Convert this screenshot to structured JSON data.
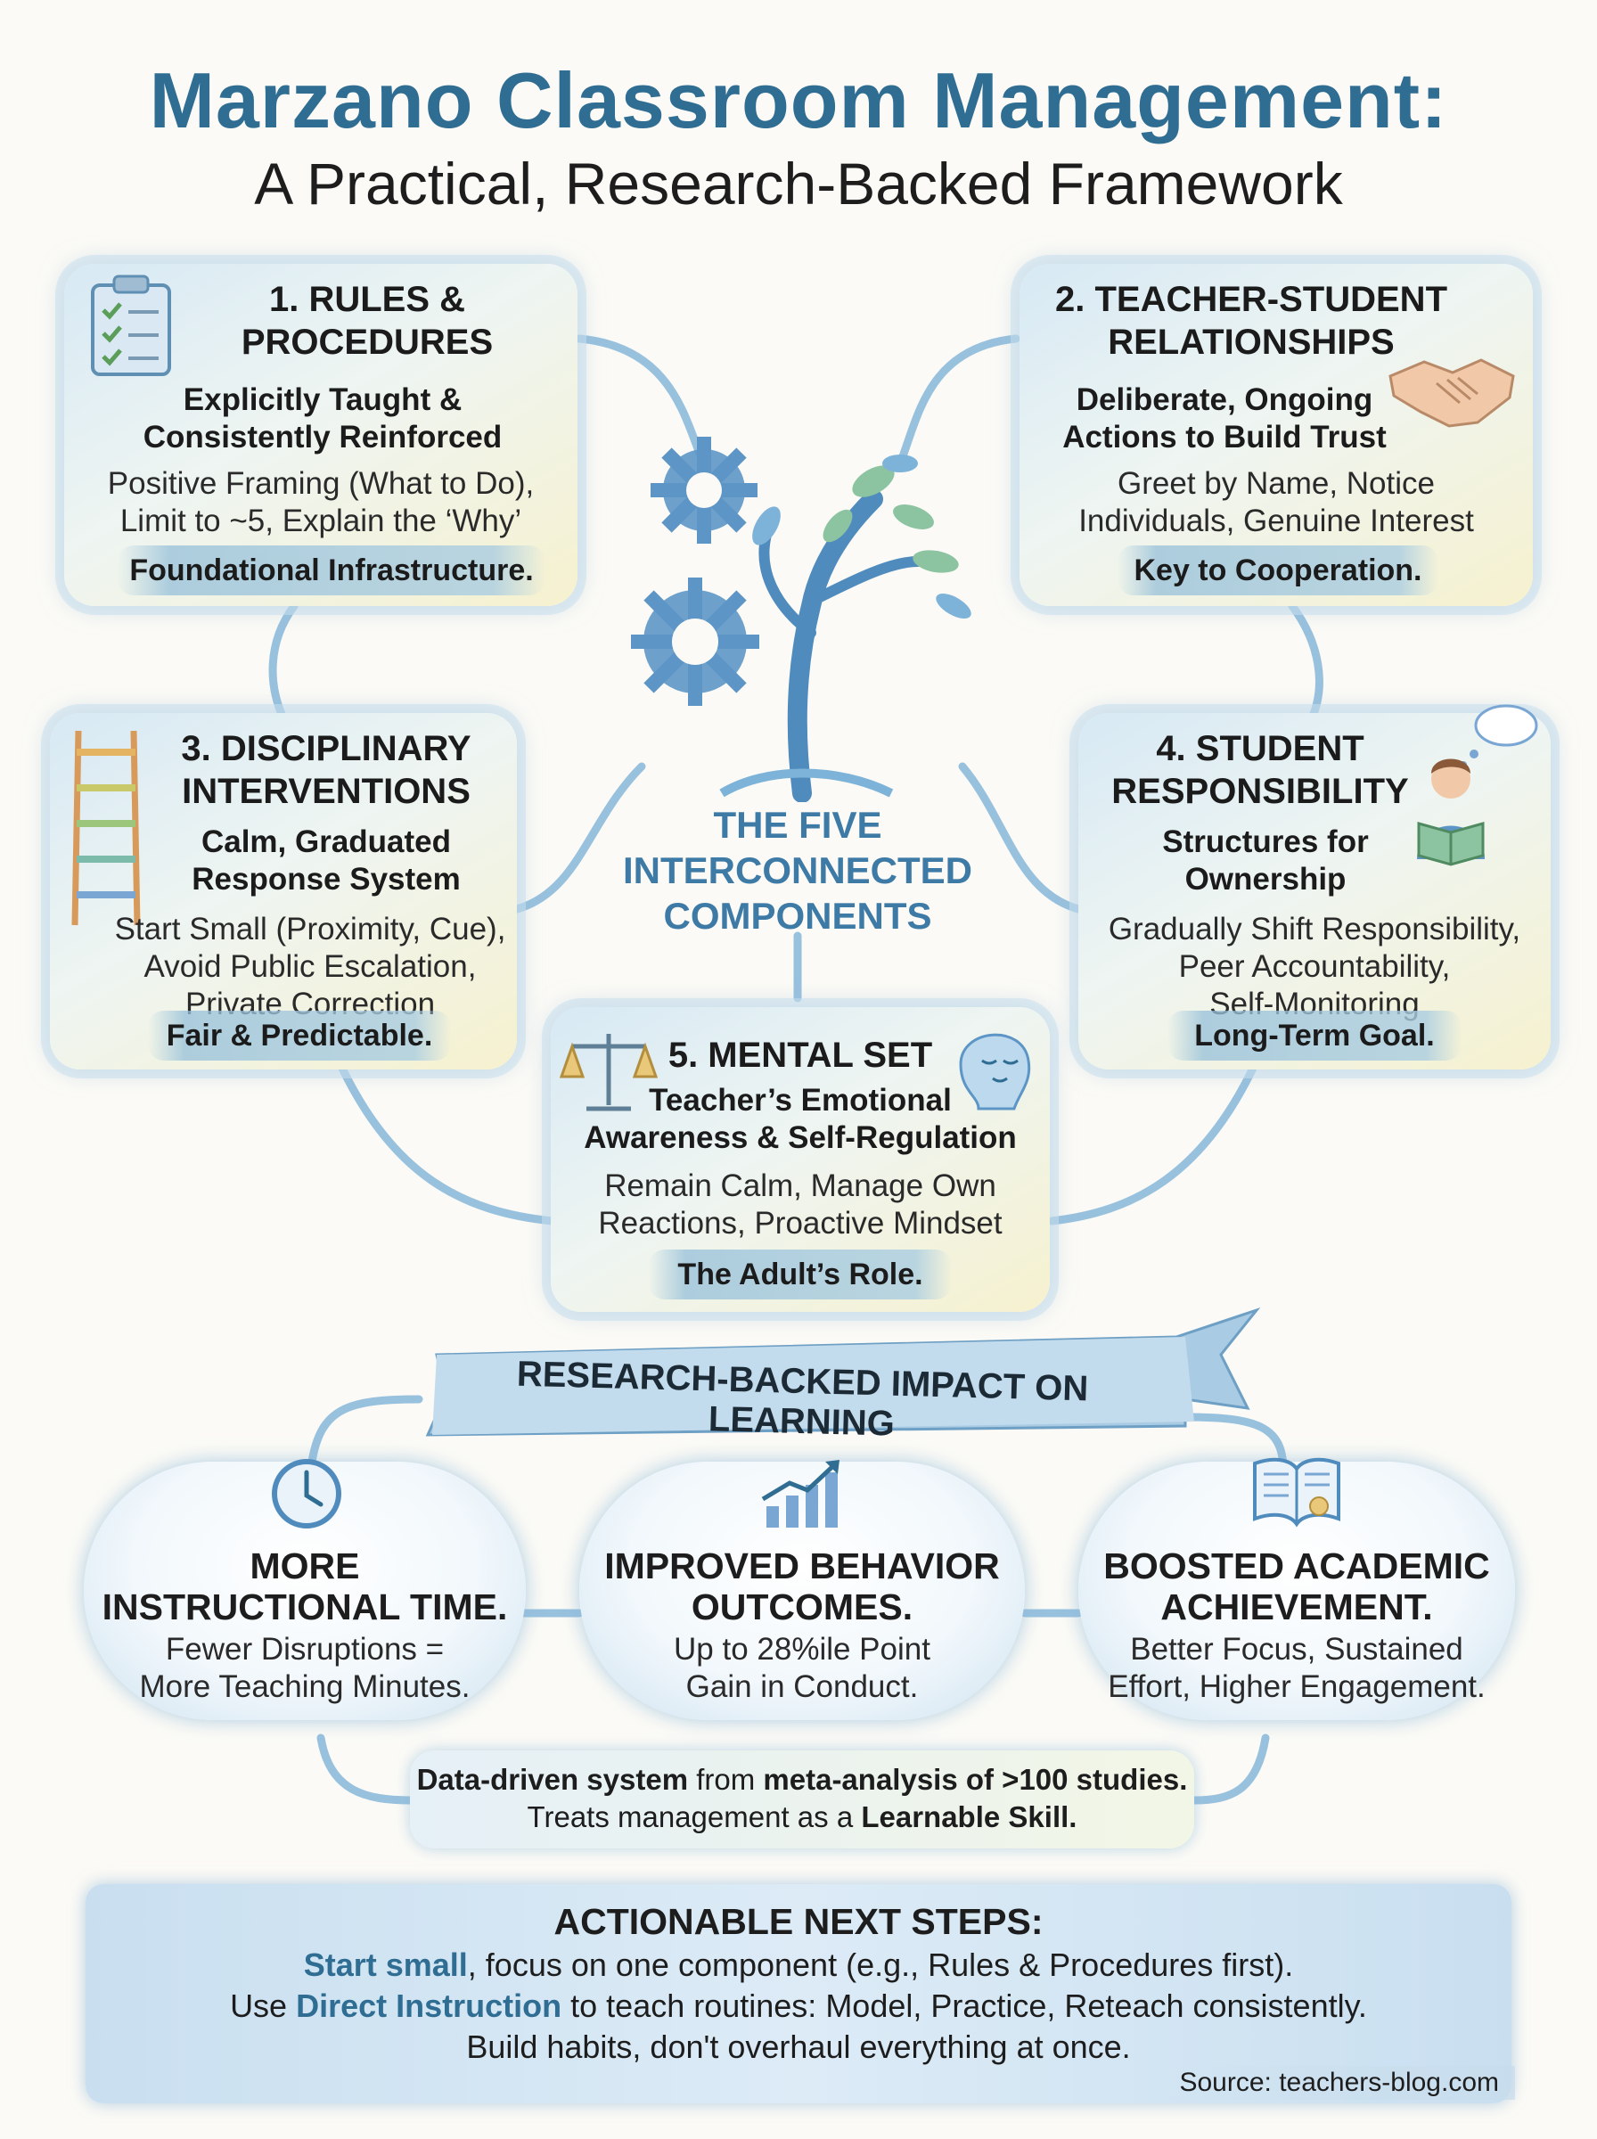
{
  "title": {
    "line1": "Marzano Classroom Management:",
    "line2": "A Practical, Research-Backed Framework"
  },
  "center_label": [
    "THE FIVE",
    "INTERCONNECTED",
    "COMPONENTS"
  ],
  "components": [
    {
      "heading": [
        "1. RULES &",
        "PROCEDURES"
      ],
      "subtitle": [
        "Explicitly Taught &",
        "Consistently Reinforced"
      ],
      "body": [
        "Positive Framing (What to Do),",
        "Limit to ~5, Explain the ‘Why’"
      ],
      "tag": "Foundational Infrastructure.",
      "icon": "clipboard-checklist-icon"
    },
    {
      "heading": [
        "2. TEACHER-STUDENT",
        "RELATIONSHIPS"
      ],
      "subtitle": [
        "Deliberate, Ongoing",
        "Actions to Build Trust"
      ],
      "body": [
        "Greet by Name, Notice",
        "Individuals, Genuine Interest"
      ],
      "tag": "Key to Cooperation.",
      "icon": "handshake-icon"
    },
    {
      "heading": [
        "3. DISCIPLINARY",
        "INTERVENTIONS"
      ],
      "subtitle": [
        "Calm, Graduated",
        "Response System"
      ],
      "body": [
        "Start Small (Proximity, Cue),",
        "Avoid Public Escalation,",
        "Private Correction"
      ],
      "tag": "Fair & Predictable.",
      "icon": "ladder-icon"
    },
    {
      "heading": [
        "4. STUDENT",
        "RESPONSIBILITY"
      ],
      "subtitle": [
        "Structures for",
        "Ownership"
      ],
      "body": [
        "Gradually Shift Responsibility,",
        "Peer Accountability,",
        "Self-Monitoring"
      ],
      "tag": "Long-Term Goal.",
      "icon": "student-reading-icon"
    },
    {
      "heading": [
        "5. MENTAL SET"
      ],
      "subtitle": [
        "Teacher’s Emotional",
        "Awareness & Self-Regulation"
      ],
      "body": [
        "Remain Calm, Manage Own",
        "Reactions, Proactive Mindset"
      ],
      "tag": "The Adult’s Role.",
      "icon": "scales-and-calm-head-icon"
    }
  ],
  "impact": {
    "banner": "RESEARCH-BACKED IMPACT ON LEARNING",
    "items": [
      {
        "heading": [
          "MORE",
          "INSTRUCTIONAL TIME."
        ],
        "body": [
          "Fewer Disruptions =",
          "More Teaching Minutes."
        ],
        "icon": "clock-icon"
      },
      {
        "heading": [
          "IMPROVED BEHAVIOR",
          "OUTCOMES."
        ],
        "body": [
          "Up to 28%ile Point",
          "Gain in Conduct."
        ],
        "icon": "growth-chart-icon"
      },
      {
        "heading": [
          "BOOSTED ACADEMIC",
          "ACHIEVEMENT."
        ],
        "body": [
          "Better Focus, Sustained",
          "Effort, Higher Engagement."
        ],
        "icon": "open-book-icon"
      }
    ],
    "data_note": {
      "l1a": "Data-driven system",
      "l1b": " from ",
      "l1c": "meta-analysis of >100 studies.",
      "l2a": "Treats management as a ",
      "l2b": "Learnable Skill."
    }
  },
  "next_steps": {
    "heading": "ACTIONABLE NEXT STEPS:",
    "l1a": "Start small",
    "l1b": ", focus on one component (e.g., Rules & Procedures first).",
    "l2a": "Use ",
    "l2b": "Direct Instruction",
    "l2c": " to teach routines: Model, Practice, Reteach consistently.",
    "l3": "Build habits, don't overhaul everything at once."
  },
  "source": "Source: teachers-blog.com",
  "colors": {
    "accent": "#2f6d93",
    "connector": "#7fb0d6"
  }
}
